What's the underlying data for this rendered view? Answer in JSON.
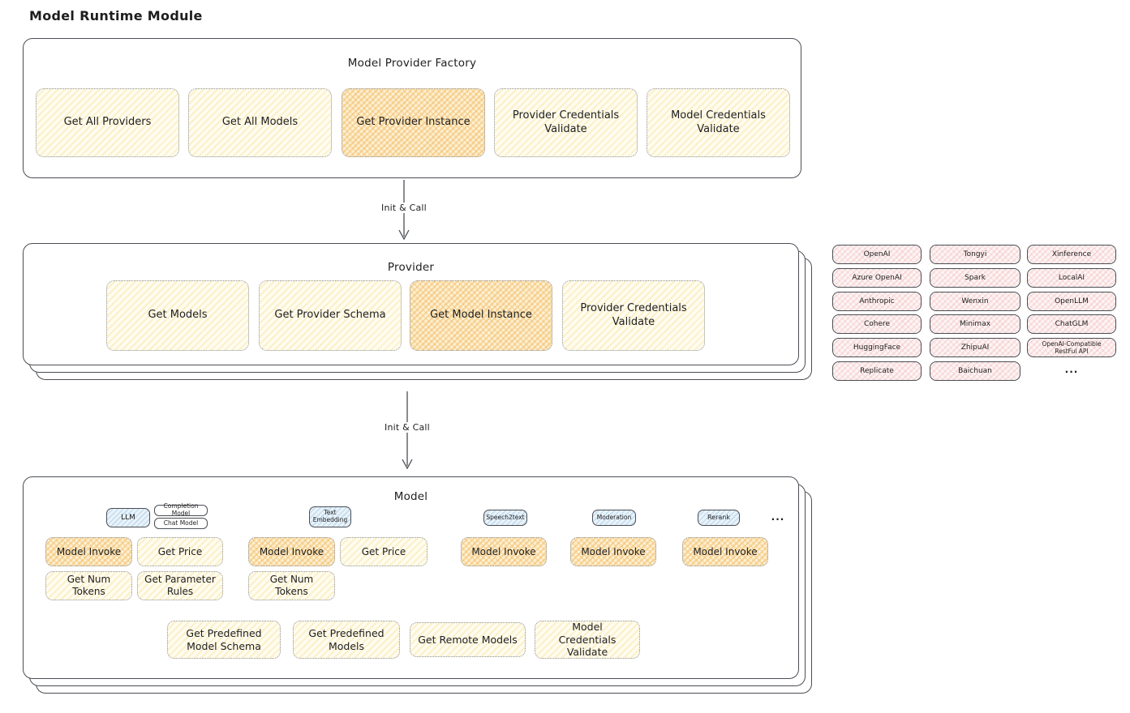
{
  "title": "Model Runtime Module",
  "colors": {
    "stroke": "#4a4e54",
    "text": "#1e1e1e",
    "yellow_fill": "#fffcf0",
    "yellow_hatch": "#f4d56e",
    "orange_fill": "#fcf0d4",
    "orange_hatch": "#f1af47",
    "pink_fill": "#fdf4f4",
    "pink_hatch": "#e99494",
    "blue_fill": "#e9f3fa",
    "blue_hatch": "#78aad2"
  },
  "factory": {
    "title": "Model Provider Factory",
    "buttons": [
      {
        "label": "Get All Providers",
        "highlighted": false
      },
      {
        "label": "Get All Models",
        "highlighted": false
      },
      {
        "label": "Get Provider Instance",
        "highlighted": true
      },
      {
        "label": "Provider Credentials Validate",
        "highlighted": false
      },
      {
        "label": "Model Credentials Validate",
        "highlighted": false
      }
    ]
  },
  "arrows": [
    {
      "label": "Init & Call"
    },
    {
      "label": "Init & Call"
    }
  ],
  "provider": {
    "title": "Provider",
    "buttons": [
      {
        "label": "Get Models",
        "highlighted": false
      },
      {
        "label": "Get Provider Schema",
        "highlighted": false
      },
      {
        "label": "Get Model Instance",
        "highlighted": true
      },
      {
        "label": "Provider Credentials Validate",
        "highlighted": false
      }
    ]
  },
  "provider_catalog": {
    "rows": [
      [
        "OpenAI",
        "Tongyi",
        "Xinference"
      ],
      [
        "Azure OpenAI",
        "Spark",
        "LocalAI"
      ],
      [
        "Anthropic",
        "Wenxin",
        "OpenLLM"
      ],
      [
        "Cohere",
        "Minimax",
        "ChatGLM"
      ],
      [
        "HuggingFace",
        "ZhipuAI",
        "OpenAI-Compatible RestFul API"
      ],
      [
        "Replicate",
        "Baichuan"
      ]
    ],
    "more_label": "..."
  },
  "model": {
    "title": "Model",
    "more_label": "...",
    "capabilities": [
      {
        "tag": "LLM",
        "subtags": [
          "Completion Model",
          "Chat Model"
        ],
        "buttons": [
          {
            "label": "Model Invoke",
            "highlighted": true
          },
          {
            "label": "Get Price",
            "highlighted": false
          },
          {
            "label": "Get Num Tokens",
            "highlighted": false
          },
          {
            "label": "Get Parameter Rules",
            "highlighted": false
          }
        ]
      },
      {
        "tag": "Text Embedding",
        "buttons": [
          {
            "label": "Model Invoke",
            "highlighted": true
          },
          {
            "label": "Get Price",
            "highlighted": false
          },
          {
            "label": "Get Num Tokens",
            "highlighted": false
          }
        ]
      },
      {
        "tag": "Speech2text",
        "buttons": [
          {
            "label": "Model Invoke",
            "highlighted": true
          }
        ]
      },
      {
        "tag": "Moderation",
        "buttons": [
          {
            "label": "Model Invoke",
            "highlighted": true
          }
        ]
      },
      {
        "tag": "Rerank",
        "buttons": [
          {
            "label": "Model Invoke",
            "highlighted": true
          }
        ]
      }
    ],
    "common_buttons": [
      "Get Predefined Model Schema",
      "Get Predefined Models",
      "Get Remote Models",
      "Model Credentials Validate"
    ]
  }
}
